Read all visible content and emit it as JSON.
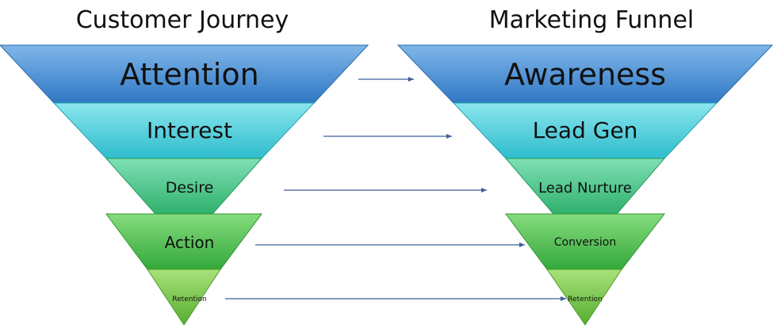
{
  "colors": {
    "level1": "#3f8fd6",
    "level2": "#3cc9d6",
    "level3": "#3bbf8a",
    "level4": "#43b84a",
    "level5": "#6ec040",
    "arrow": "#3b5f9a"
  },
  "customer_journey": {
    "title": "Customer Journey",
    "levels": [
      "Attention",
      "Interest",
      "Desire",
      "Action",
      "Retention"
    ]
  },
  "marketing_funnel": {
    "title": "Marketing Funnel",
    "levels": [
      "Awareness",
      "Lead Gen",
      "Lead Nurture",
      "Conversion",
      "Retention"
    ]
  }
}
